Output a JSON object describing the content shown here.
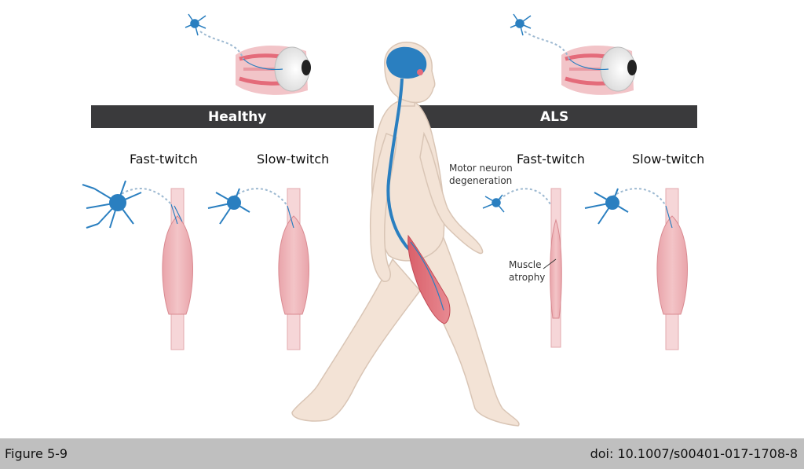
{
  "banner": {
    "healthy_label": "Healthy",
    "als_label": "ALS"
  },
  "healthy": {
    "fast_twitch_label": "Fast-twitch",
    "slow_twitch_label": "Slow-twitch"
  },
  "als": {
    "fast_twitch_label": "Fast-twitch",
    "slow_twitch_label": "Slow-twitch",
    "motor_neuron_label_line1": "Motor neuron",
    "motor_neuron_label_line2": "degeneration",
    "muscle_atrophy_line1": "Muscle",
    "muscle_atrophy_line2": "atrophy"
  },
  "footer": {
    "figure_label": "Figure 5-9",
    "doi": "doi: 10.1007/s00401-017-1708-8"
  },
  "colors": {
    "neuron_blue": "#2a7fc0",
    "muscle_pink": "#e8a7ac",
    "banner_dark": "#3a3a3c",
    "body_skin": "#f3e3d6",
    "footer_gray": "#bfbfbf"
  }
}
